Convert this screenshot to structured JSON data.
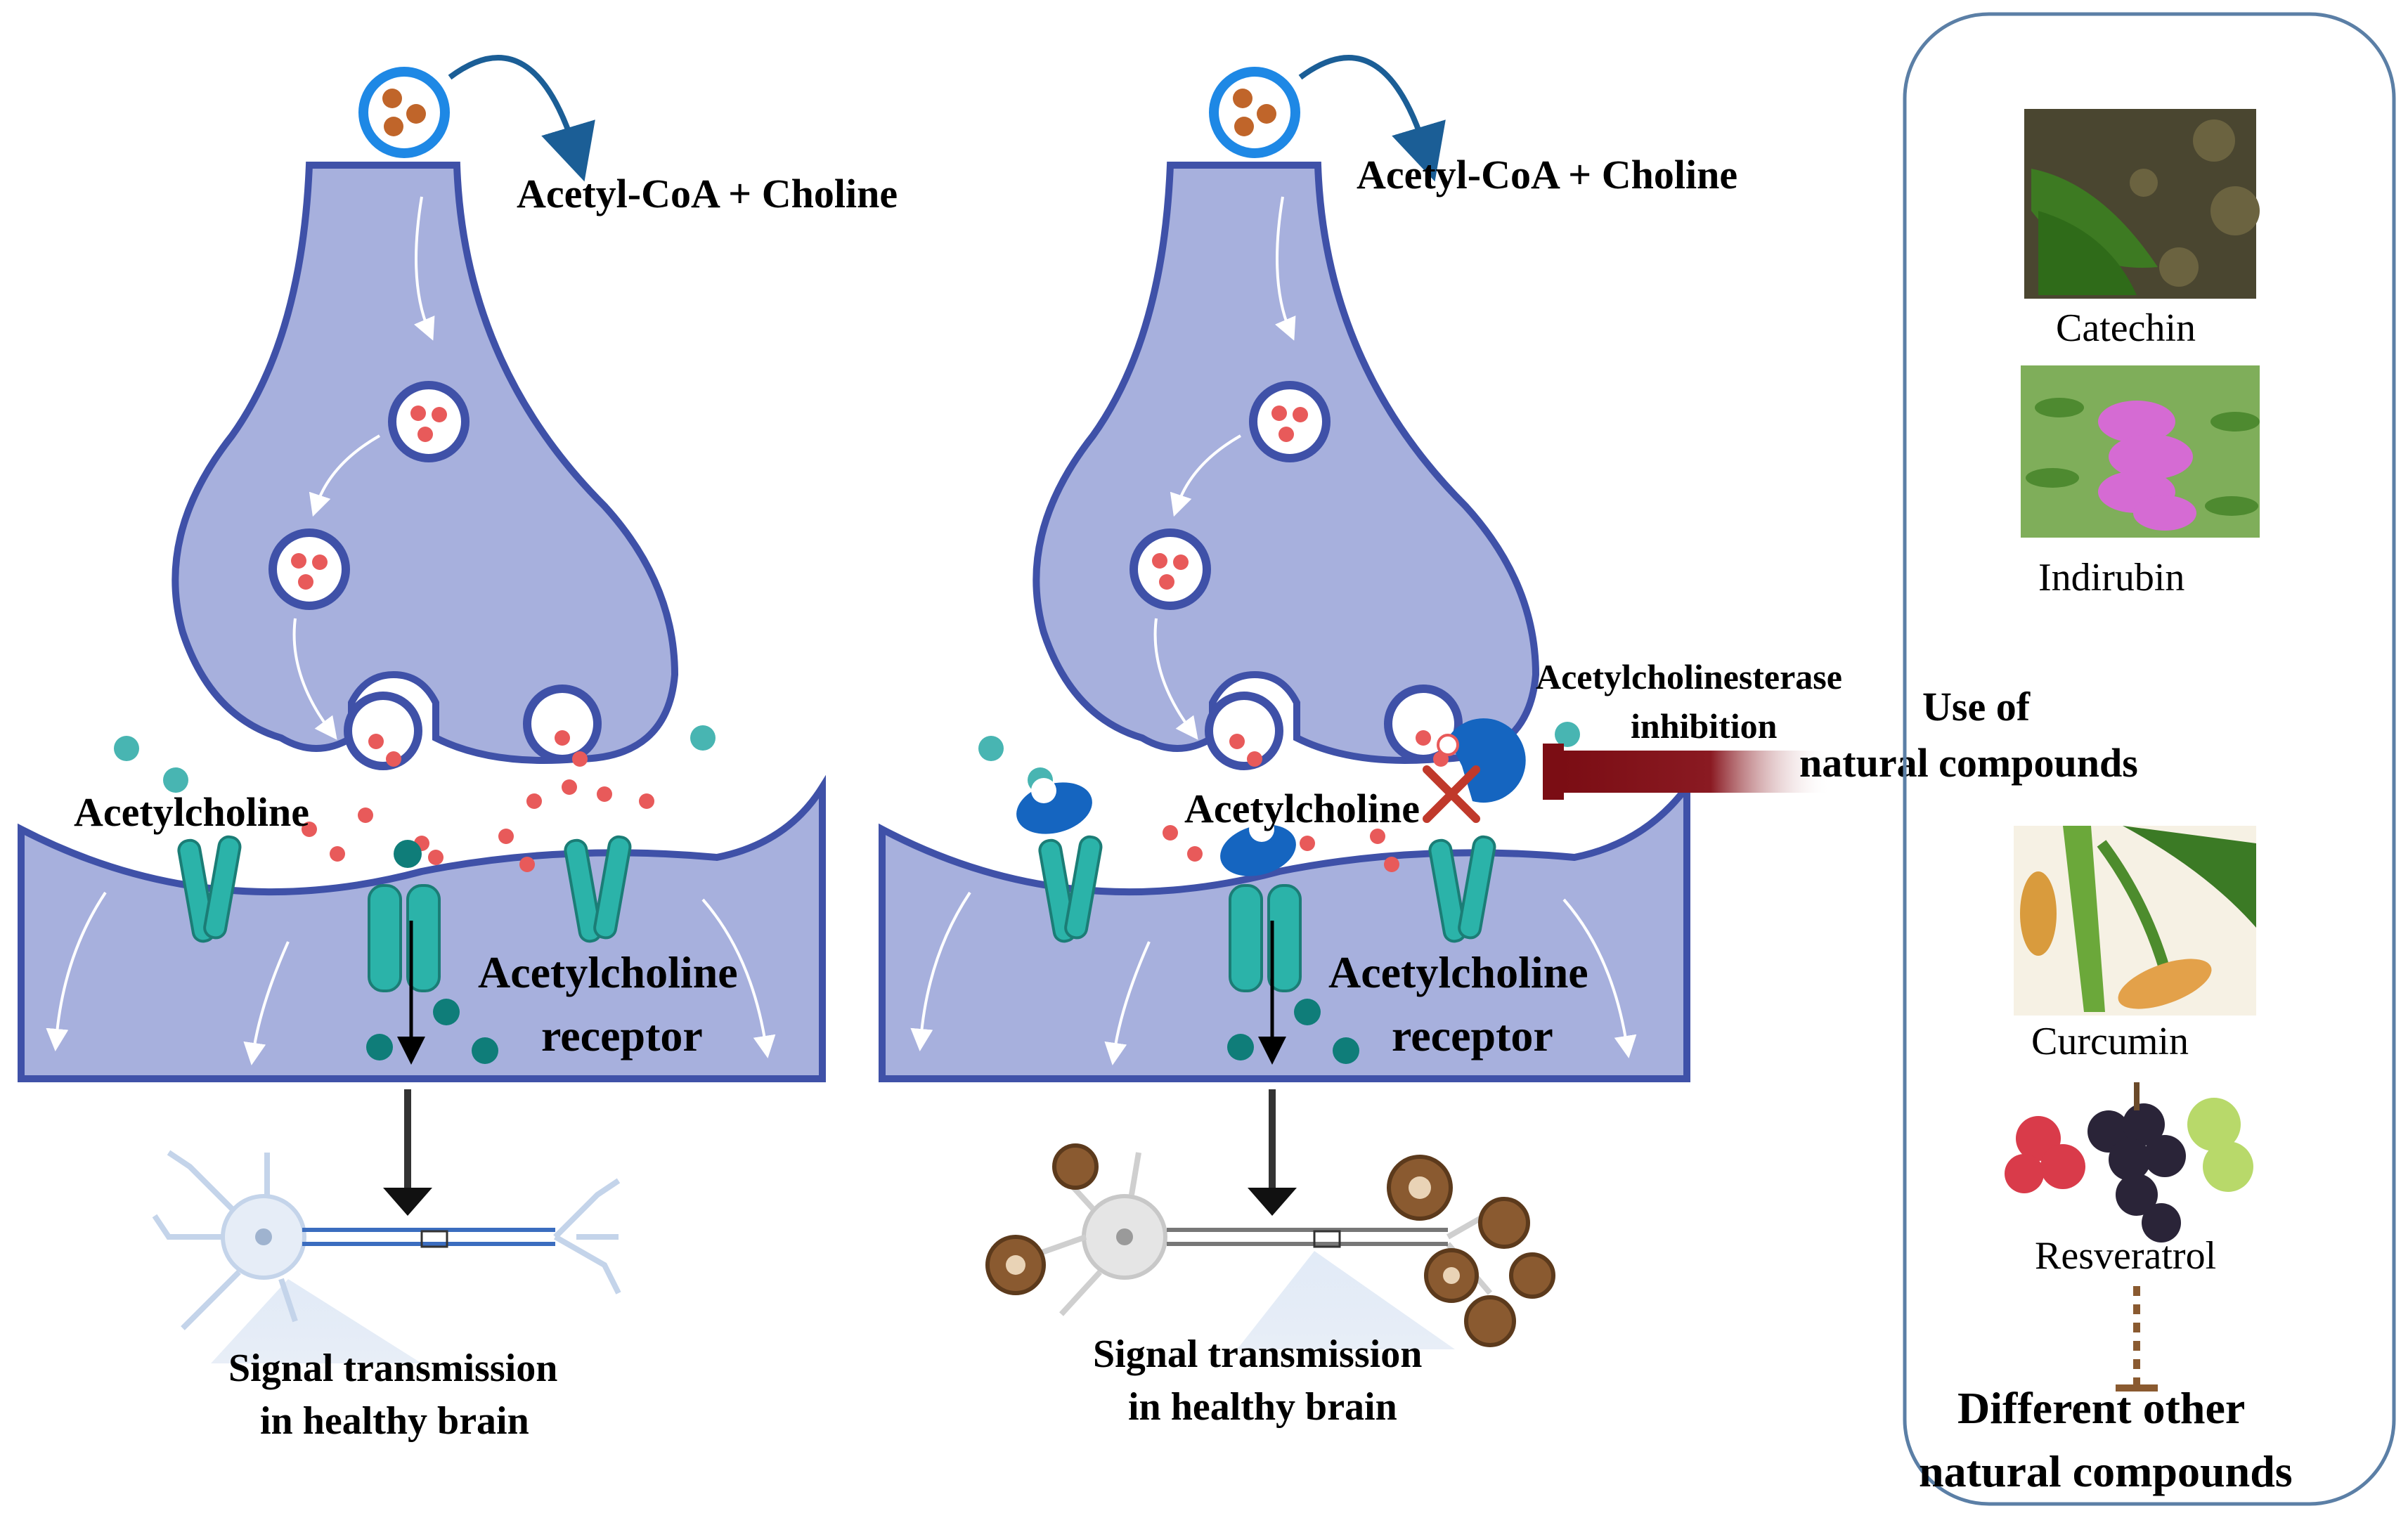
{
  "left_panel": {
    "precursor_label": "Acetyl-CoA + Choline",
    "neurotransmitter_label": "Acetylcholine",
    "receptor_label_line1": "Acetylcholine",
    "receptor_label_line2": "receptor",
    "signal_line1": "Signal transmission",
    "signal_line2": "in healthy brain"
  },
  "middle_panel": {
    "precursor_label": "Acetyl-CoA + Choline",
    "neurotransmitter_label": "Acetylcholine",
    "enzyme_line1": "Acetylcholinesterase",
    "enzyme_line2": "inhibition",
    "receptor_label_line1": "Acetylcholine",
    "receptor_label_line2": "receptor",
    "signal_line1": "Signal transmission",
    "signal_line2": "in healthy brain"
  },
  "intervention": {
    "line1": "Use of",
    "line2": "natural  compounds"
  },
  "compounds_panel": {
    "items": [
      {
        "label": "Catechin"
      },
      {
        "label": "Indirubin"
      },
      {
        "label": "Curcumin"
      },
      {
        "label": "Resveratrol"
      }
    ],
    "footer_line1": "Different other",
    "footer_line2": "natural compounds"
  },
  "colors": {
    "neuron_fill": "#a7b0dd",
    "neuron_stroke": "#3f51a8",
    "vesicle_dot": "#e85a5a",
    "receptor": "#2bb3a9",
    "enzyme": "#1565c0",
    "arrow_dark_red": "#7b0d14",
    "plaque_brown": "#8a5a30",
    "panel_border": "#5b7fa6"
  }
}
